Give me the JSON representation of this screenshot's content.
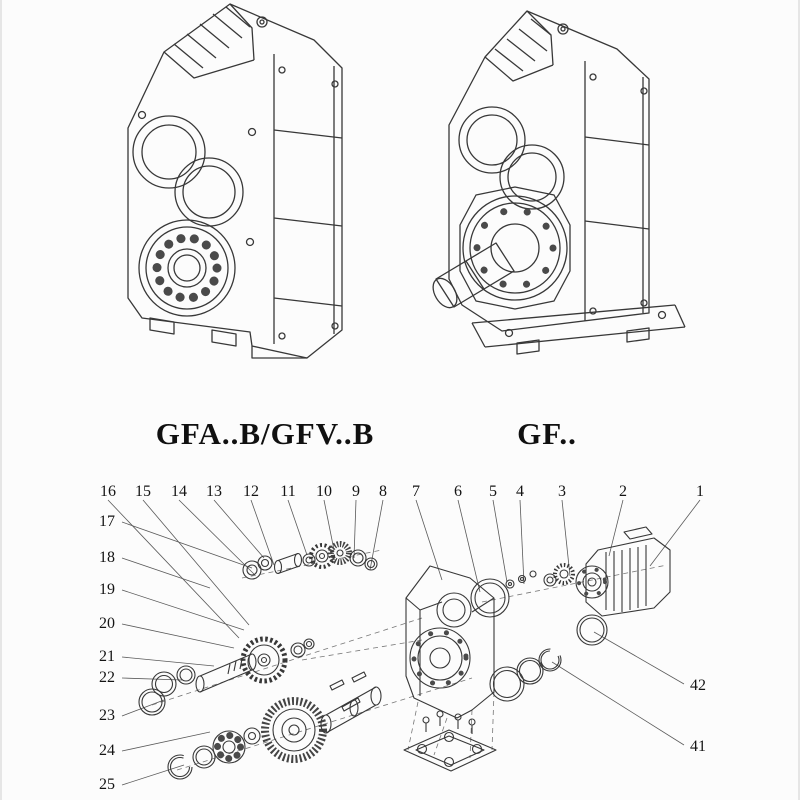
{
  "page": {
    "background": "#fcfcfc",
    "line_color": "#383838"
  },
  "models": [
    {
      "label": "GFA..B/GFV..B"
    },
    {
      "label": "GF.."
    }
  ],
  "exploded_view": {
    "callouts_top": [
      "16",
      "15",
      "14",
      "13",
      "12",
      "11",
      "10",
      "9",
      "8",
      "7",
      "6",
      "5",
      "4",
      "3",
      "2",
      "1"
    ],
    "callouts_left": [
      "17",
      "18",
      "19",
      "20",
      "21",
      "22",
      "23",
      "24",
      "25"
    ],
    "callouts_right": [
      "42",
      "41"
    ]
  }
}
